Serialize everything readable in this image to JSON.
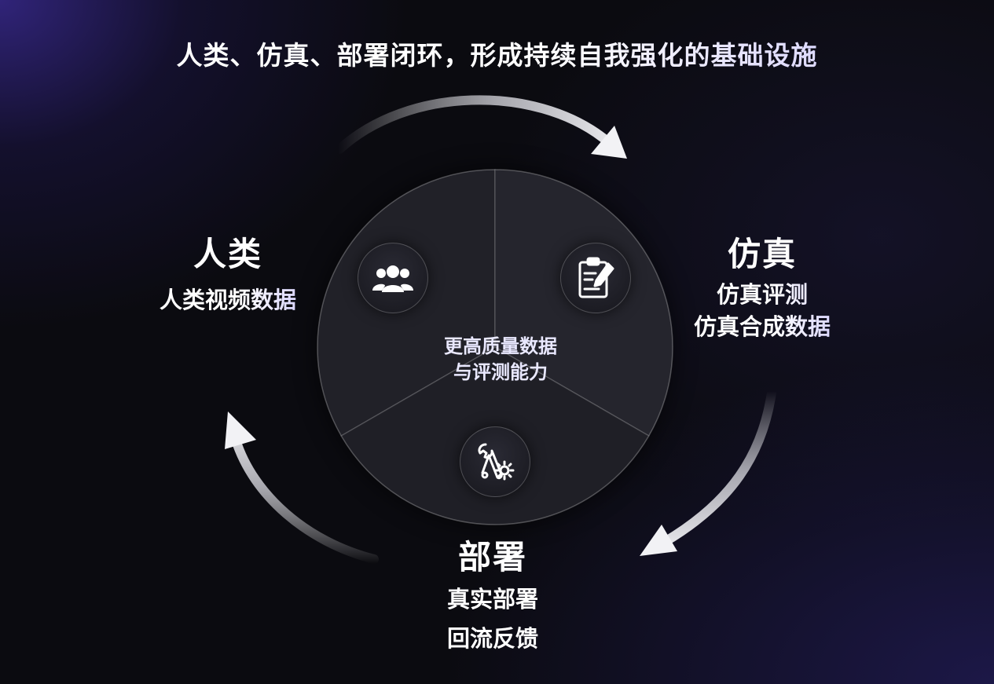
{
  "headline": "人类、仿真、部署闭环，形成持续自我强化的基础设施",
  "center": {
    "line1": "更高质量数据",
    "line2": "与评测能力"
  },
  "nodes": {
    "human": {
      "title": "人类",
      "lines": [
        "人类视频数据"
      ],
      "icon": "users-icon"
    },
    "simulation": {
      "title": "仿真",
      "lines": [
        "仿真评测",
        "仿真合成数据"
      ],
      "icon": "clipboard-pen-icon"
    },
    "deployment": {
      "title": "部署",
      "lines": [
        "真实部署",
        "回流反馈"
      ],
      "icon": "wrench-gear-icon"
    }
  },
  "colors": {
    "background": "#0b0b10",
    "accent_purple": "#c8c2ff",
    "text": "#ffffff"
  }
}
